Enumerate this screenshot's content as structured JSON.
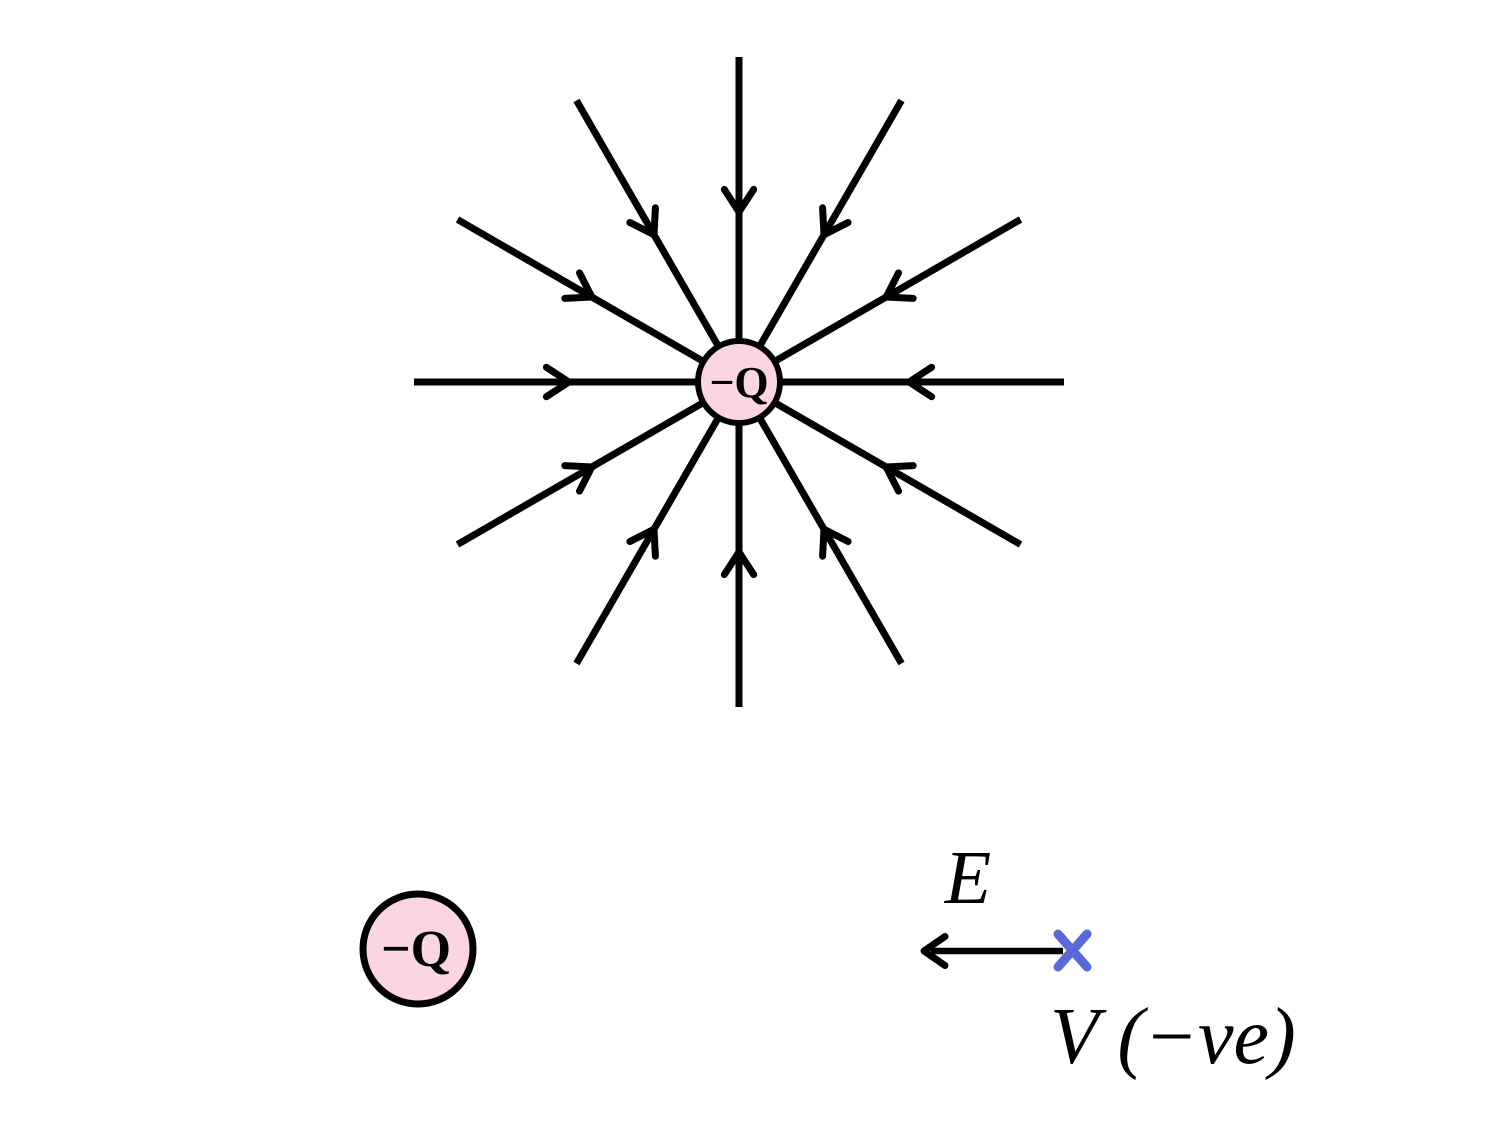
{
  "top_diagram": {
    "charge_label": "−Q",
    "charge_sign": "negative",
    "field_lines": {
      "count": 12,
      "angles_deg": [
        0,
        30,
        60,
        90,
        120,
        150,
        180,
        210,
        240,
        270,
        300,
        330
      ],
      "direction": "inward",
      "line_radius": 325,
      "arrow_radius": 170
    }
  },
  "bottom_left_charge": {
    "charge_label": "−Q",
    "charge_sign": "negative"
  },
  "field_potential_annotation": {
    "field_label": "E",
    "arrow_direction": "left",
    "marker_glyph": "×",
    "potential_label": "V (−ve)"
  },
  "colors": {
    "charge_fill": "#FBD6E1",
    "line_stroke": "#000000",
    "marker_blue": "#5A69D8"
  }
}
